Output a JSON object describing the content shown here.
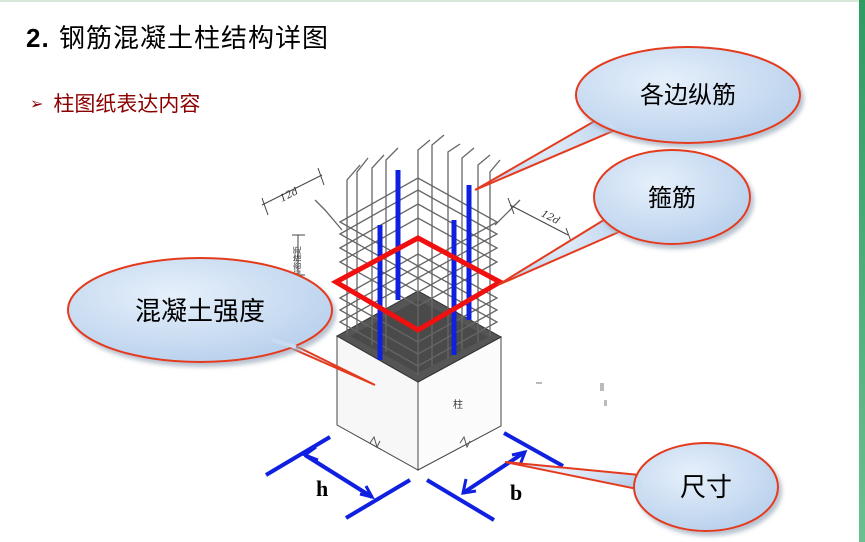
{
  "slide": {
    "title_number": "2.",
    "title_text": "钢筋混凝土柱结构详图",
    "bullet_icon": "arrow-bullet-icon",
    "bullet_text": "柱图纸表达内容"
  },
  "diagram": {
    "dim_label_left": "12d",
    "dim_label_right": "12d",
    "stirrup_spacing_label": "加密箍距",
    "column_label": "柱",
    "dimension_h": "h",
    "dimension_b": "b"
  },
  "callouts": {
    "longitudinal_bars": "各边纵筋",
    "stirrups": "箍筋",
    "concrete_strength": "混凝土强度",
    "dimensions": "尺寸"
  },
  "colors": {
    "callout_fill": "#c9dcf2",
    "callout_stroke": "#e43b1f",
    "rebar_blue": "#1020e0",
    "stirrup_red": "#f01010",
    "title_red": "#8b0000",
    "accent_green": "#2e9b62"
  }
}
